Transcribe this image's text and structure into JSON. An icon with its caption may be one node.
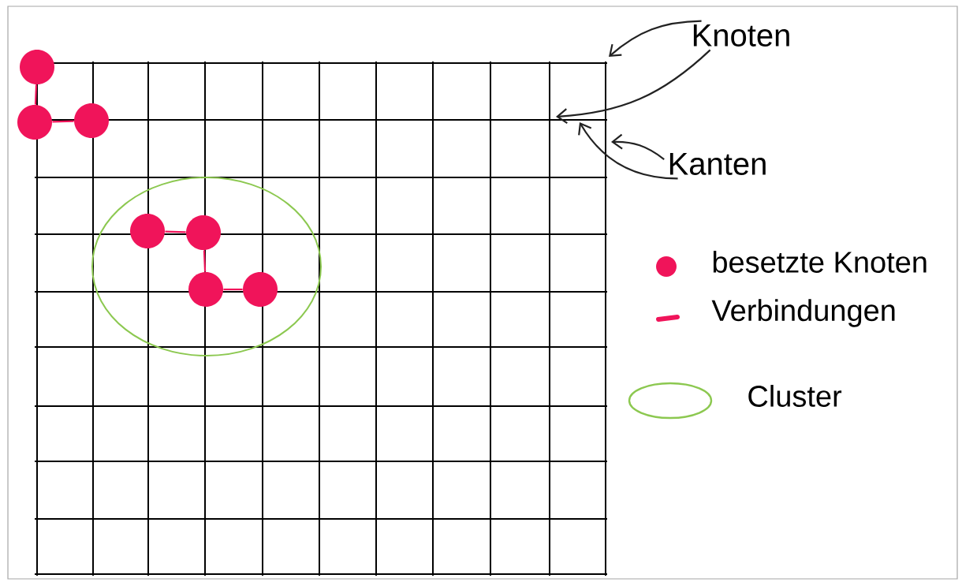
{
  "diagram": {
    "nodes": [
      {
        "text": [
          "Knoten"
        ]
      },
      {
        "text": [],
        "shape": "circle"
      },
      {
        "text": [],
        "shape": "circle"
      },
      {
        "text": [],
        "shape": "circle"
      },
      {
        "text": [
          "Kanten"
        ]
      },
      {
        "text": [],
        "shape": "ellipse"
      },
      {
        "text": [],
        "shape": "circle",
        "in": 5
      },
      {
        "text": [],
        "shape": "circle",
        "in": 5
      },
      {
        "text": [],
        "shape": "circle",
        "in": 5
      },
      {
        "text": [],
        "shape": "circle",
        "in": 5
      }
    ],
    "edges": [
      {
        "from": 1,
        "to": 2,
        "arrow": "none"
      },
      {
        "from": 2,
        "to": 3,
        "arrow": "none"
      },
      {
        "from": 6,
        "to": 7,
        "arrow": "none"
      },
      {
        "from": 7,
        "to": 8,
        "arrow": "none"
      },
      {
        "from": 8,
        "to": 9,
        "arrow": "none"
      },
      {
        "from": 0,
        "to": null,
        "arrow": "to",
        "color": "#222222"
      },
      {
        "from": 0,
        "to": null,
        "arrow": "to",
        "color": "#222222"
      },
      {
        "from": 4,
        "to": null,
        "arrow": "to",
        "color": "#222222"
      },
      {
        "from": 4,
        "to": null,
        "arrow": "to",
        "color": "#222222"
      }
    ],
    "legend": [
      {
        "text": "besetzte Knoten",
        "color": "#f0145a"
      },
      {
        "text": "Verbindungen"
      },
      {
        "text": "Cluster"
      }
    ]
  }
}
